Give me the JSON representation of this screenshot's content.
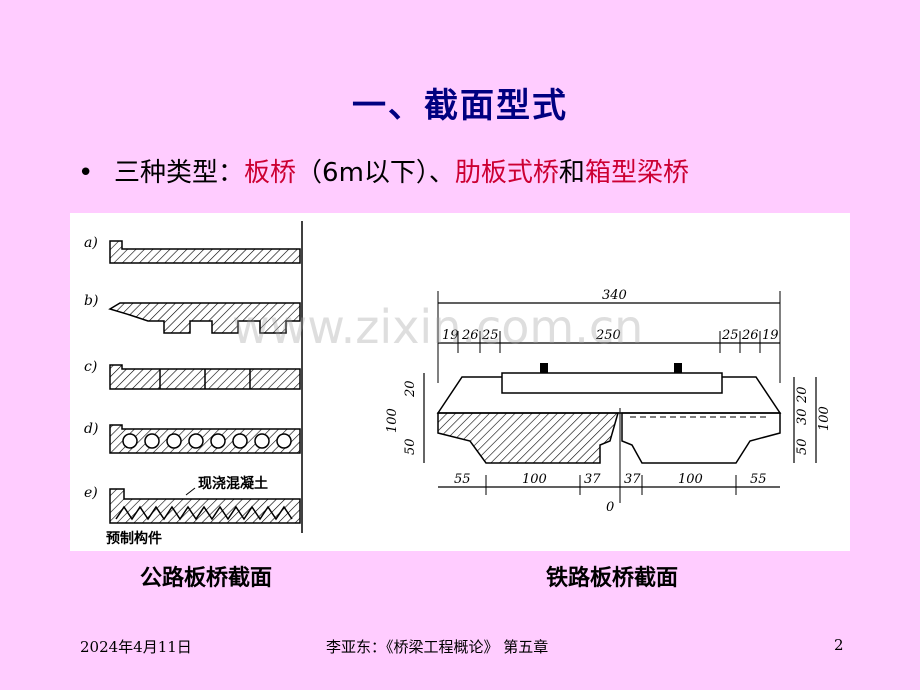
{
  "title": "一、截面型式",
  "bullet": {
    "prefix": "三种类型：",
    "type1": "板桥",
    "type1_note": "（6m以下）、",
    "type2": "肋板式桥",
    "joiner": "和",
    "type3": "箱型梁桥"
  },
  "figure": {
    "left_labels": [
      "a)",
      "b)",
      "c)",
      "d)",
      "e)"
    ],
    "cast_in_place": "现浇混凝土",
    "precast": "预制构件",
    "dims": {
      "total": "340",
      "d19a": "19",
      "d26a": "26",
      "d25a": "25",
      "d250": "250",
      "d25b": "25",
      "d26b": "26",
      "d19b": "19",
      "h20": "20",
      "h100a": "100",
      "h50a": "50",
      "h20b": "20",
      "h30": "30",
      "h100b": "100",
      "h50b": "50",
      "b55a": "55",
      "b100a": "100",
      "b37a": "37",
      "b37b": "37",
      "b100b": "100",
      "b55b": "55",
      "zero": "0"
    },
    "watermark": "www.zixin.com.cn"
  },
  "captions": {
    "left": "公路板桥截面",
    "right": "铁路板桥截面"
  },
  "footer": {
    "date": "2024年4月11日",
    "center": "李亚东：《桥梁工程概论》 第五章",
    "page": "2"
  }
}
